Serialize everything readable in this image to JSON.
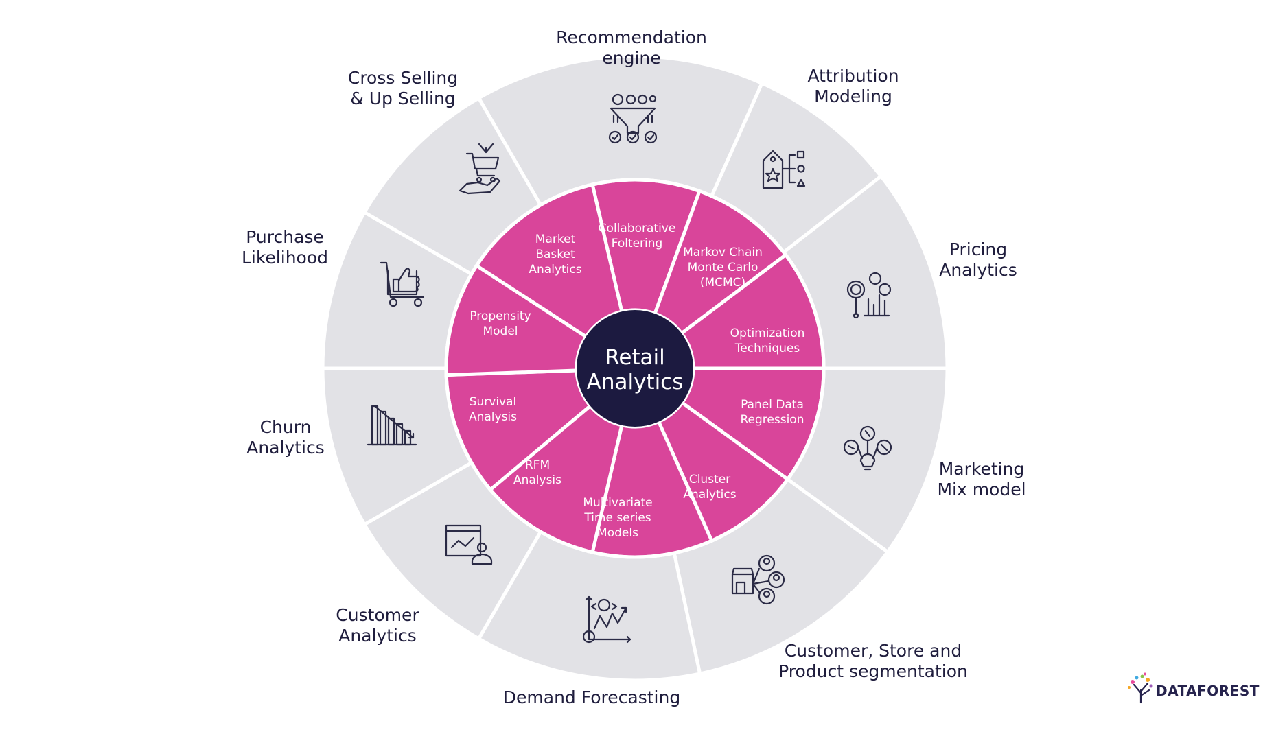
{
  "diagram": {
    "center": [
      "Retail",
      "Analytics"
    ],
    "colors": {
      "outer_fill": "#e2e2e6",
      "inner_fill": "#d9459a",
      "center_fill": "#1c1a40",
      "divider": "#ffffff",
      "text_dark": "#1f1d3d"
    },
    "outer": [
      {
        "label": "Recommendation engine",
        "icon": "funnel-icon"
      },
      {
        "label": "Attribution\nModeling",
        "icon": "price-tag-icon"
      },
      {
        "label": "Pricing\nAnalytics",
        "icon": "dollar-chart-icon"
      },
      {
        "label": "Marketing\nMix model",
        "icon": "lightbulb-icon"
      },
      {
        "label": "Customer, Store and\nProduct segmentation",
        "icon": "store-network-icon"
      },
      {
        "label": "Demand Forecasting",
        "icon": "forecast-chart-icon"
      },
      {
        "label": "Customer\nAnalytics",
        "icon": "analytics-user-icon"
      },
      {
        "label": "Churn\nAnalytics",
        "icon": "declining-bars-icon"
      },
      {
        "label": "Purchase\nLikelihood",
        "icon": "cart-thumbs-up-icon"
      },
      {
        "label": "Cross Selling\n& Up Selling",
        "icon": "cart-hand-icon"
      }
    ],
    "inner": [
      [
        "Collaborative",
        "Foltering"
      ],
      [
        "Markov Chain",
        "Monte Carlo",
        "(MCMC)"
      ],
      [
        "Optimization",
        "Techniques"
      ],
      [
        "Panel Data",
        "Regression"
      ],
      [
        "Cluster",
        "Analytics"
      ],
      [
        "Multivariate",
        "Time series",
        "Models"
      ],
      [
        "RFM",
        "Analysis"
      ],
      [
        "Survival",
        "Analysis"
      ],
      [
        "Propensity",
        "Model"
      ],
      [
        "Market",
        "Basket",
        "Analytics"
      ]
    ]
  },
  "logo": {
    "text": "DATAFOREST"
  }
}
